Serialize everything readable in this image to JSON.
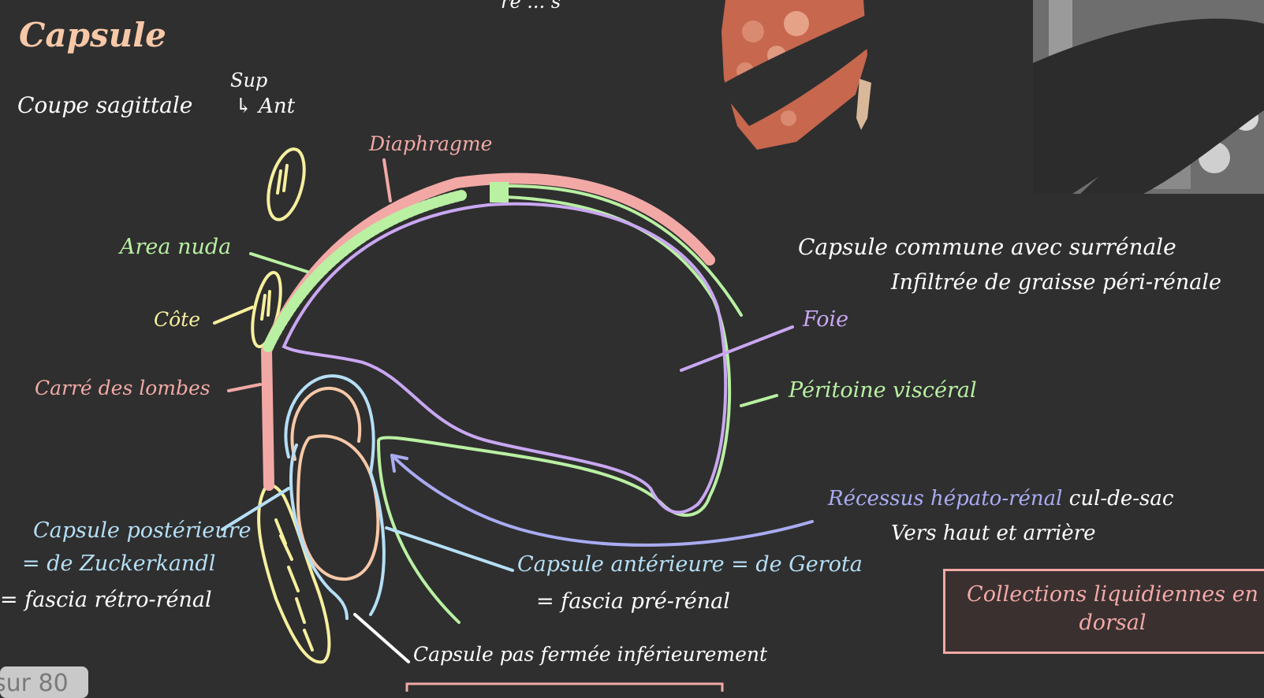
{
  "title": "Capsule",
  "top_text": "re ... s",
  "labels": {
    "section": "Coupe sagittale",
    "orient_sup": "Sup",
    "orient_ant": "↳ Ant",
    "diaphragme": "Diaphragme",
    "area_nuda": "Area nuda",
    "cote": "Côte",
    "carre_lombes": "Carré des lombes",
    "caps_post_1": "Capsule postérieure",
    "caps_post_2": "= de Zuckerkandl",
    "caps_post_3": "= fascia rétro-rénal",
    "caps_ant_1": "Capsule antérieure = de Gerota",
    "caps_ant_2": "= fascia pré-rénal",
    "caps_inf": "Capsule pas fermée inférieurement",
    "foie": "Foie",
    "peritoine": "Péritoine viscéral",
    "commune_1": "Capsule commune avec surrénale",
    "commune_2": "Infiltrée de graisse péri-rénale",
    "recessus_a": "Récessus hépato-rénal",
    "recessus_b": " cul-de-sac",
    "recessus_2": "Vers haut et arrière",
    "collections_1": "Collections liquidiennes en",
    "collections_2": "dorsal"
  },
  "pager": {
    "text": "sur 80"
  },
  "colors": {
    "background": "#2f2f2f",
    "white": "#ffffff",
    "pink": "#f2a9a6",
    "peach": "#f7c8a8",
    "green": "#b9f0a2",
    "purple": "#c9a7f2",
    "periwinkle": "#a9abf2",
    "yellow": "#f6ef9e",
    "light_blue": "#b5dff6"
  },
  "icons": [
    "liver-photo",
    "ct-scan-image"
  ]
}
